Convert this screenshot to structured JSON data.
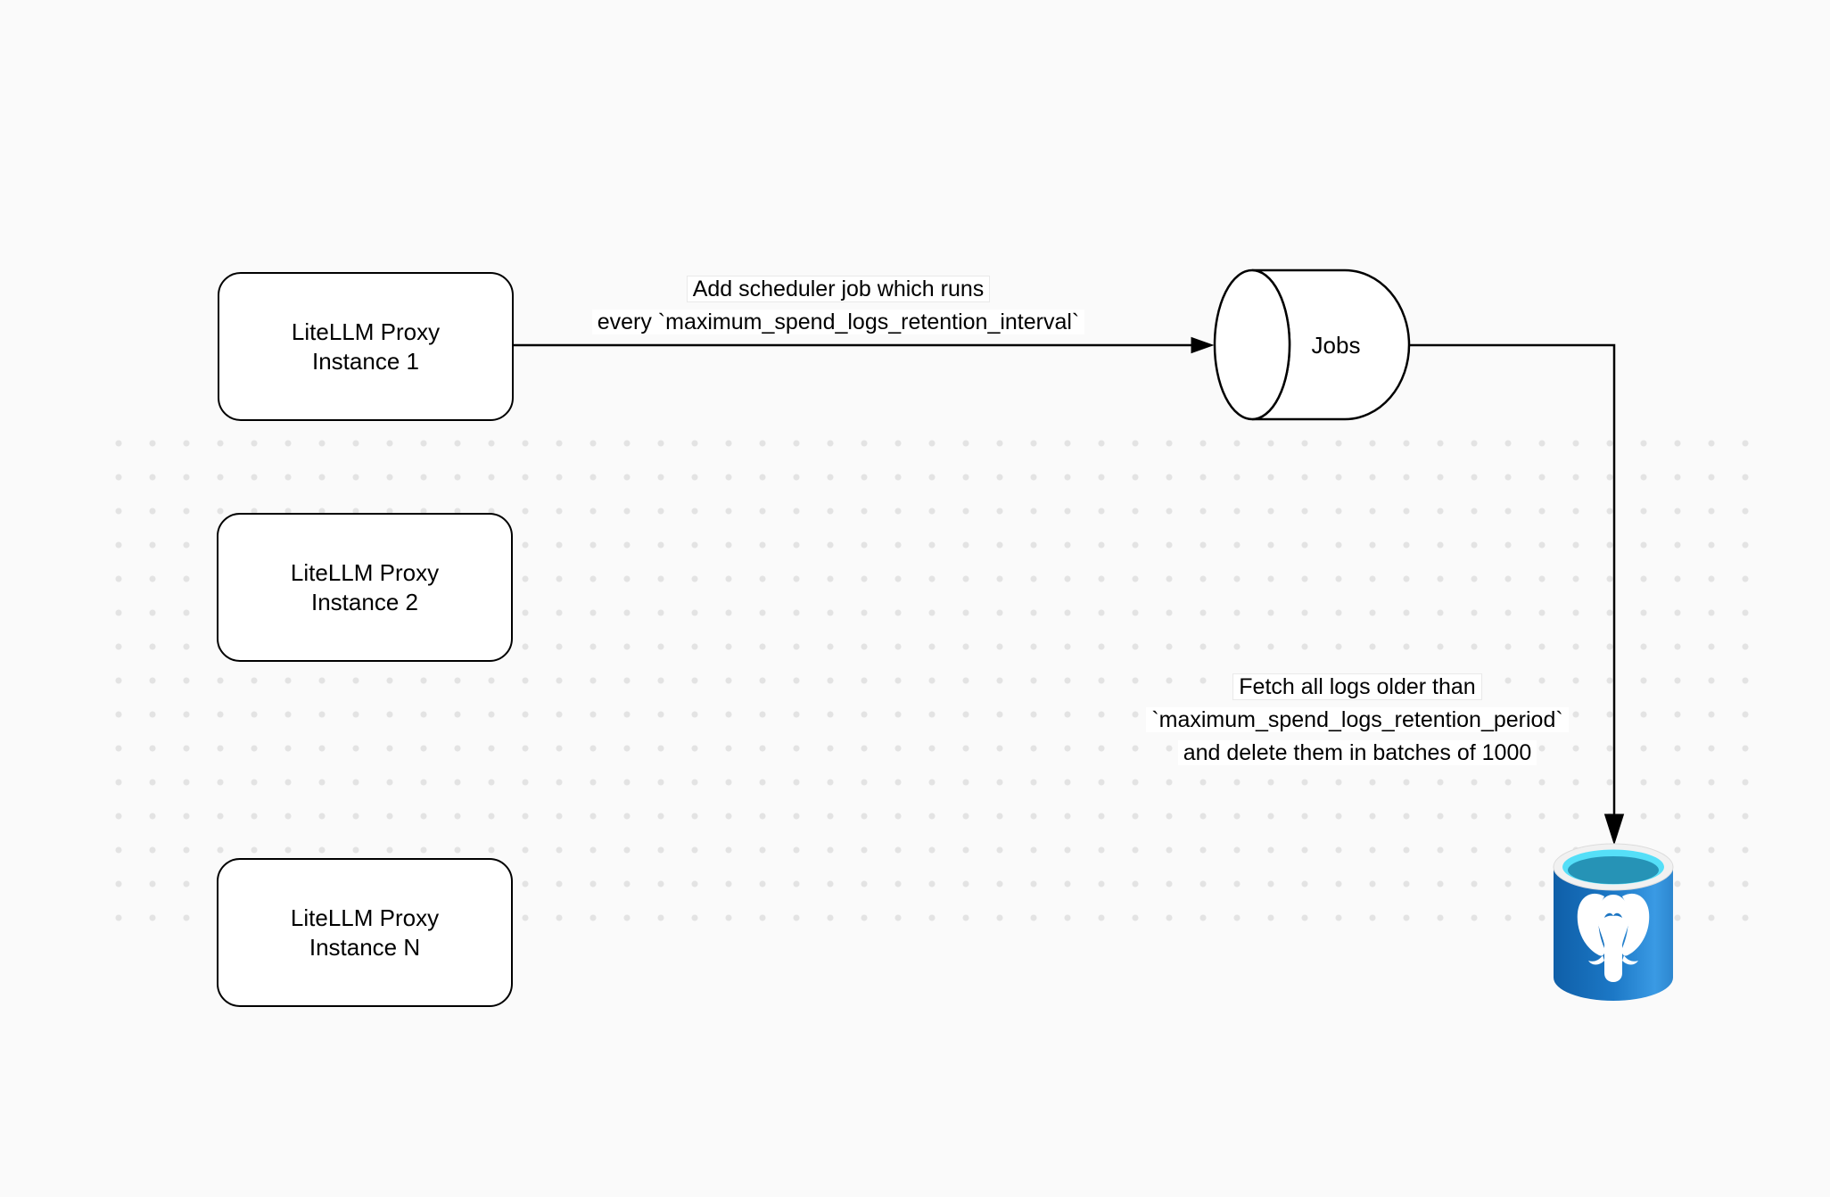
{
  "canvas": {
    "background": "#fafafa",
    "dot_color": "#e3e3e3",
    "stroke_color": "#000000",
    "node_fill": "#ffffff"
  },
  "nodes": {
    "proxy1": {
      "line1": "LiteLLM Proxy",
      "line2": "Instance 1"
    },
    "proxy2": {
      "line1": "LiteLLM Proxy",
      "line2": "Instance 2"
    },
    "proxyN": {
      "line1": "LiteLLM Proxy",
      "line2": "Instance N"
    },
    "jobs": {
      "label": "Jobs"
    },
    "postgres": {
      "icon": "postgresql-database-icon",
      "body_blue": "#1c78c6",
      "opening_cyan": "#55dff8",
      "liquid_teal": "#2693b6",
      "rim_white": "#f1f1f1"
    }
  },
  "edges": {
    "scheduler_job": {
      "label_line1": "Add scheduler job which runs",
      "label_line2": "every `maximum_spend_logs_retention_interval`"
    },
    "fetch_delete": {
      "label_line1": "Fetch all logs older than",
      "label_line2": "`maximum_spend_logs_retention_period`",
      "label_line3": "and delete them in batches of 1000"
    }
  }
}
